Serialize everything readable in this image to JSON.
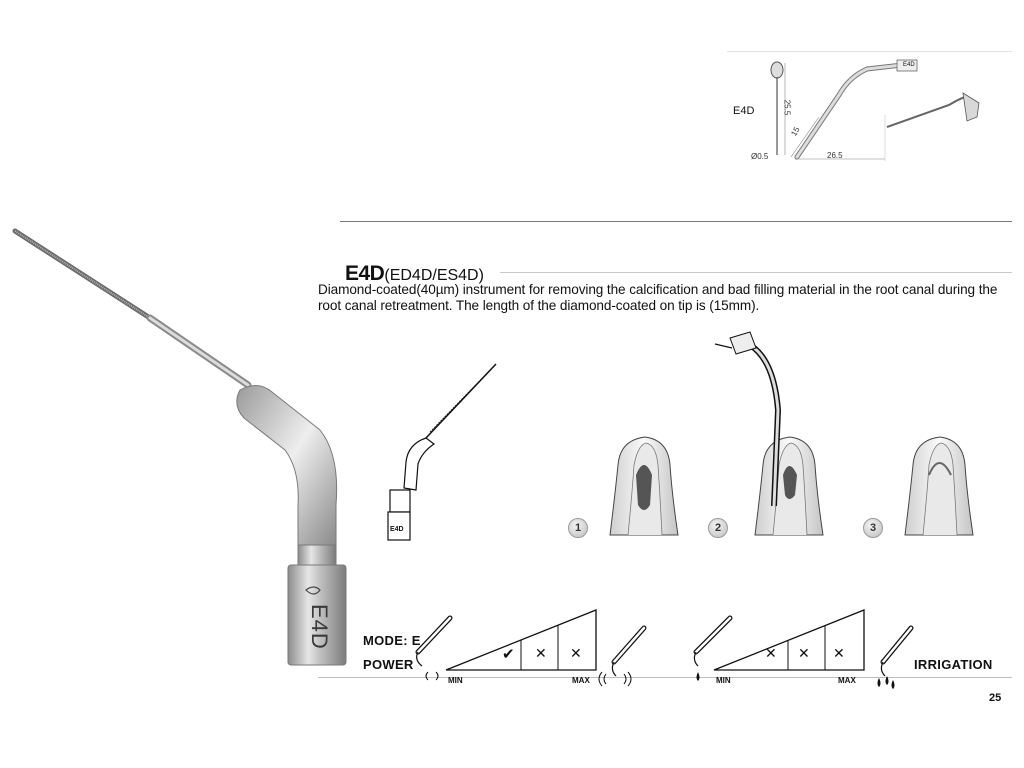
{
  "product": {
    "code": "E4D",
    "variants": "(ED4D/ES4D)",
    "description": "Diamond-coated(40µm) instrument for removing the calcification and bad filling material in the root canal during the root canal retreatment. The length of the diamond-coated on tip is (15mm)."
  },
  "engraving": {
    "tip_label": "E4D",
    "small_tip_label": "E4D"
  },
  "dimension_diagram": {
    "label": "E4D",
    "height": "25.5",
    "angled_length": "15",
    "base_length": "26.5",
    "diameter": "Ø0.5",
    "tip_tag": "E4D"
  },
  "steps": [
    "1",
    "2",
    "3"
  ],
  "mode_panel": {
    "mode_label": "MODE: E",
    "power_label": "POWER",
    "min_label": "MIN",
    "max_label": "MAX",
    "power_marks": [
      "✔",
      "✕",
      "✕"
    ],
    "irrigation_marks": [
      "✕",
      "✕",
      "✕"
    ],
    "irrigation_label": "IRRIGATION"
  },
  "page_number": "25"
}
